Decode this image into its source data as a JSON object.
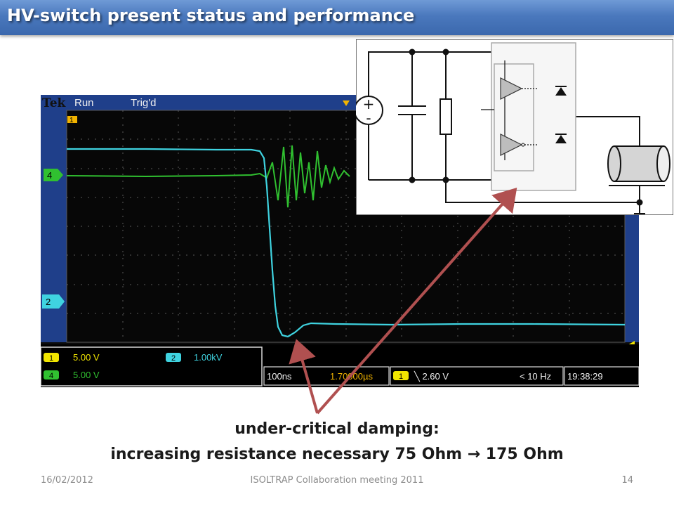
{
  "slide": {
    "title": "HV-switch present status and performance",
    "caption_line1": "under-critical damping:",
    "caption_line2": "increasing resistance necessary 75 Ohm → 175 Ohm",
    "footer_date": "16/02/2012",
    "footer_event": "ISOLTRAP Collaboration meeting 2011",
    "footer_page": "14"
  },
  "oscilloscope": {
    "brand": "Tek",
    "run_state": "Run",
    "trigger_state": "Trig'd",
    "ch1_marker": "1",
    "ch2_marker": "2",
    "ch4_marker": "4",
    "ch1_label": "1",
    "ch1_scale": "5.00 V",
    "ch2_label": "2",
    "ch2_scale": "1.00kV",
    "ch4_label": "4",
    "ch4_scale": "5.00 V",
    "timebase": "100ns",
    "trigger_position": "1.70000µs",
    "trigger_channel": "1",
    "trigger_level": "╲ 2.60 V",
    "trigger_freq": "< 10 Hz",
    "clock": "19:38:29",
    "colors": {
      "ch1": "#f2e600",
      "ch2": "#3fd3e0",
      "ch4": "#30c030",
      "frame": "#1f3f8a",
      "grid": "#5a5a5a"
    }
  },
  "circuit": {
    "source_plus": "+",
    "source_minus": "-"
  },
  "annotation": {
    "arrow_color": "#b05050"
  }
}
